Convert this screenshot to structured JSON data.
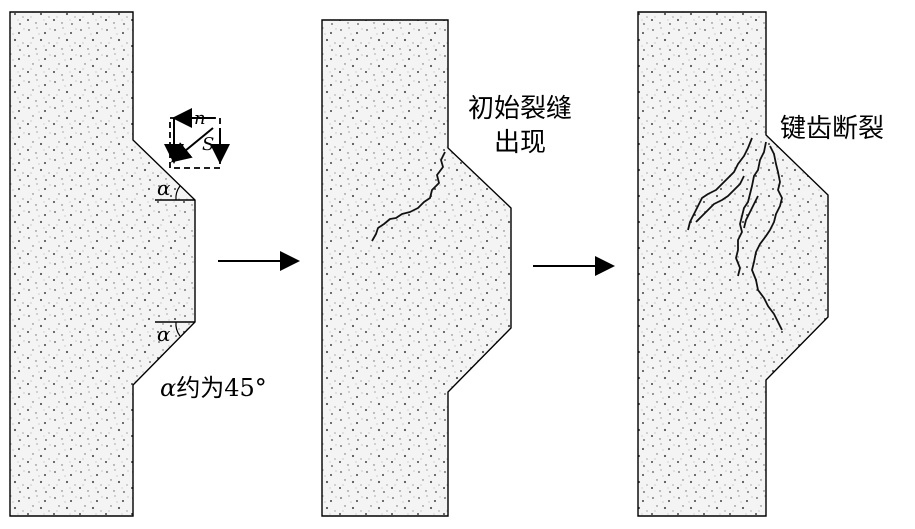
{
  "labels": {
    "initial_crack_line1": "初始裂缝",
    "initial_crack_line2": "出现",
    "key_tooth_fracture": "键齿断裂",
    "angle_symbol": "α",
    "angle_note_suffix": "约为45°"
  },
  "force_symbols": {
    "normal": "n",
    "shear": "S"
  },
  "colors": {
    "line": "#000000",
    "concrete_fill": "#f4f4f4",
    "aggregate": "#555555"
  }
}
